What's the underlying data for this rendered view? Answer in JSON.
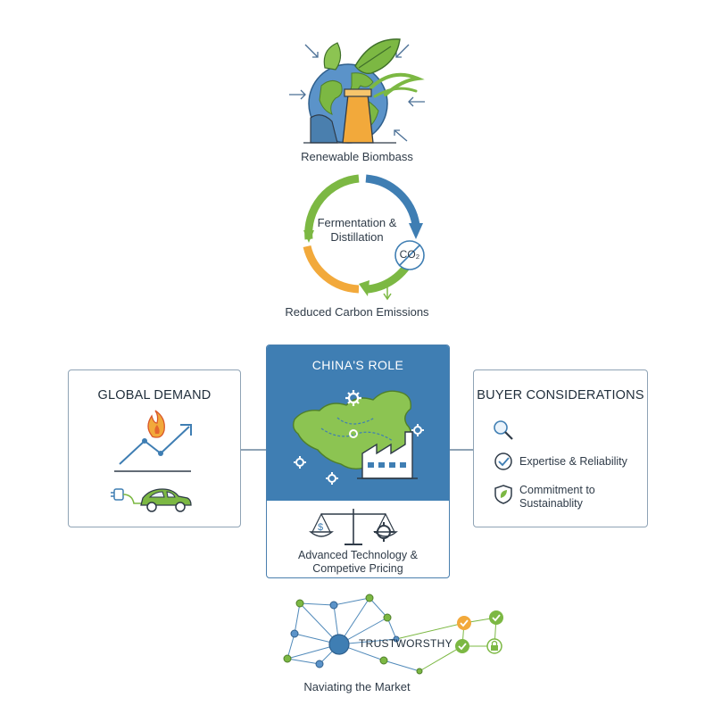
{
  "top": {
    "biomass_label": "Renewable Biombass",
    "cycle_label_line1": "Fermentation &",
    "cycle_label_line2": "Distillation",
    "co2_label": "CO₂",
    "emissions_label": "Reduced Carbon Emissions"
  },
  "global_demand": {
    "title": "GLOBAL DEMAND"
  },
  "china": {
    "title": "CHINA'S ROLE",
    "feature_line1": "Advanced Technology &",
    "feature_line2": "Competive Pricing",
    "scale_symbol": "$"
  },
  "buyer": {
    "title": "BUYER CONSIDERATIONS",
    "items": [
      {
        "icon": "magnifier-icon",
        "label_line1": "",
        "label_line2": ""
      },
      {
        "icon": "check-shield-icon",
        "label_line1": "Expertise & Reliability",
        "label_line2": ""
      },
      {
        "icon": "leaf-shield-icon",
        "label_line1": "Commitment to",
        "label_line2": "Sustainablity"
      }
    ]
  },
  "market": {
    "network_label": "TRUSTWORSTHY",
    "caption": "Naviating the Market"
  },
  "colors": {
    "blue": "#3f7eb3",
    "green": "#7cb843",
    "orange": "#f2a93b",
    "border": "#8fa3b5"
  }
}
